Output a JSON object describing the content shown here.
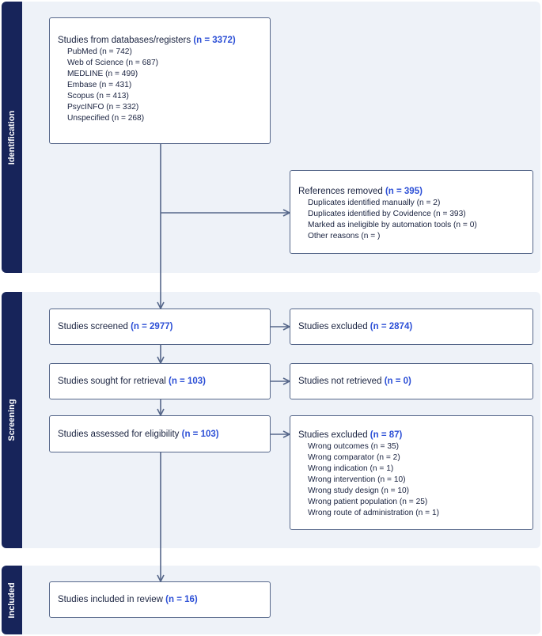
{
  "phases": {
    "identification": "Identification",
    "screening": "Screening",
    "included": "Included"
  },
  "boxes": {
    "databases": {
      "title": "Studies from databases/registers",
      "n": "(n = 3372)",
      "items": [
        "PubMed (n = 742)",
        "Web of Science (n = 687)",
        "MEDLINE (n = 499)",
        "Embase (n = 431)",
        "Scopus (n = 413)",
        "PsycINFO (n = 332)",
        "Unspecified (n = 268)"
      ]
    },
    "removed": {
      "title": "References removed",
      "n": "(n = 395)",
      "items": [
        "Duplicates identified manually (n = 2)",
        "Duplicates identified by Covidence (n = 393)",
        "Marked as ineligible by automation tools (n = 0)",
        "Other reasons (n = )"
      ]
    },
    "screened": {
      "title": "Studies screened",
      "n": "(n = 2977)"
    },
    "excluded_screen": {
      "title": "Studies excluded",
      "n": "(n = 2874)"
    },
    "sought": {
      "title": "Studies sought for retrieval",
      "n": "(n = 103)"
    },
    "not_retrieved": {
      "title": "Studies not retrieved",
      "n": "(n = 0)"
    },
    "assessed": {
      "title": "Studies assessed for eligibility",
      "n": "(n = 103)"
    },
    "excluded_elig": {
      "title": "Studies excluded",
      "n": "(n = 87)",
      "items": [
        "Wrong outcomes (n = 35)",
        "Wrong comparator (n = 2)",
        "Wrong indication (n = 1)",
        "Wrong intervention (n = 10)",
        "Wrong study design (n = 10)",
        "Wrong patient population (n = 25)",
        "Wrong route of administration (n = 1)"
      ]
    },
    "included": {
      "title": "Studies included in review",
      "n": "(n = 16)"
    }
  },
  "colors": {
    "phase_bar": "#17245a",
    "panel": "#eef2f8",
    "box_border": "#56678a",
    "count_text": "#2c4fd6",
    "arrow": "#56678a"
  }
}
